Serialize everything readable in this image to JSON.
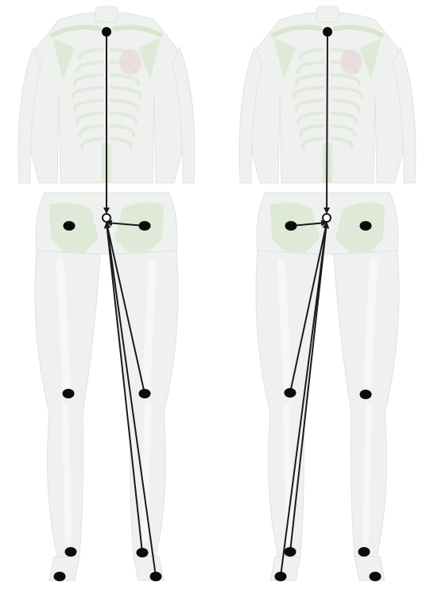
{
  "figure": {
    "background": "#ffffff",
    "body_fill": "#eef1ee",
    "body_outline": "#dfe4df",
    "bone_color": "#d9e6cf",
    "bone_light": "#f7f8f6",
    "organ_tint": "#e9d6d6",
    "marker_color": "#0b0b0b",
    "line_color": "#1a1a1a"
  },
  "panels": [
    {
      "id": "left",
      "markers": [
        "sternum",
        "left-iliac",
        "right-iliac",
        "left-knee",
        "right-knee",
        "left-ankle",
        "right-ankle",
        "left-toe",
        "right-toe"
      ],
      "vector_from": [
        "sternum",
        "right-iliac",
        "right-knee",
        "right-ankle",
        "right-toe"
      ]
    },
    {
      "id": "right",
      "markers": [
        "sternum",
        "left-iliac",
        "right-iliac",
        "left-knee",
        "right-knee",
        "left-ankle",
        "right-ankle",
        "left-toe",
        "right-toe"
      ],
      "vector_from": [
        "sternum",
        "left-iliac",
        "left-knee",
        "left-ankle",
        "left-toe"
      ]
    }
  ]
}
